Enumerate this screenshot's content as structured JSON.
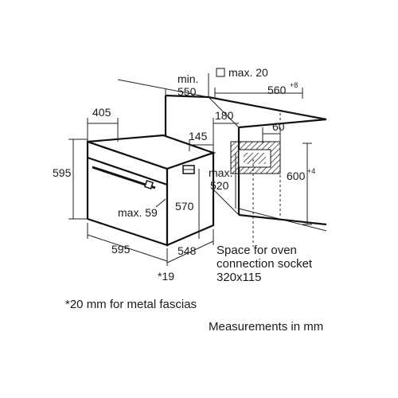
{
  "dimensions": {
    "min_top": "min.",
    "min_val": "550",
    "max20": "max. 20",
    "d560": "560",
    "d560_sup": "+8",
    "d405": "405",
    "d180": "180",
    "d145": "145",
    "d60": "60",
    "d595_left": "595",
    "max_mid": "max.",
    "d520": "520",
    "d600": "600",
    "d600_sup": "+4",
    "max59": "max. 59",
    "d570": "570",
    "d595_bottom": "595",
    "d548": "548",
    "star19": "*19"
  },
  "socket_note": {
    "line1": "Space for oven",
    "line2": "connection socket",
    "line3": "320x115"
  },
  "footnote": "*20 mm for metal fascias",
  "units_note": "Measurements in mm"
}
